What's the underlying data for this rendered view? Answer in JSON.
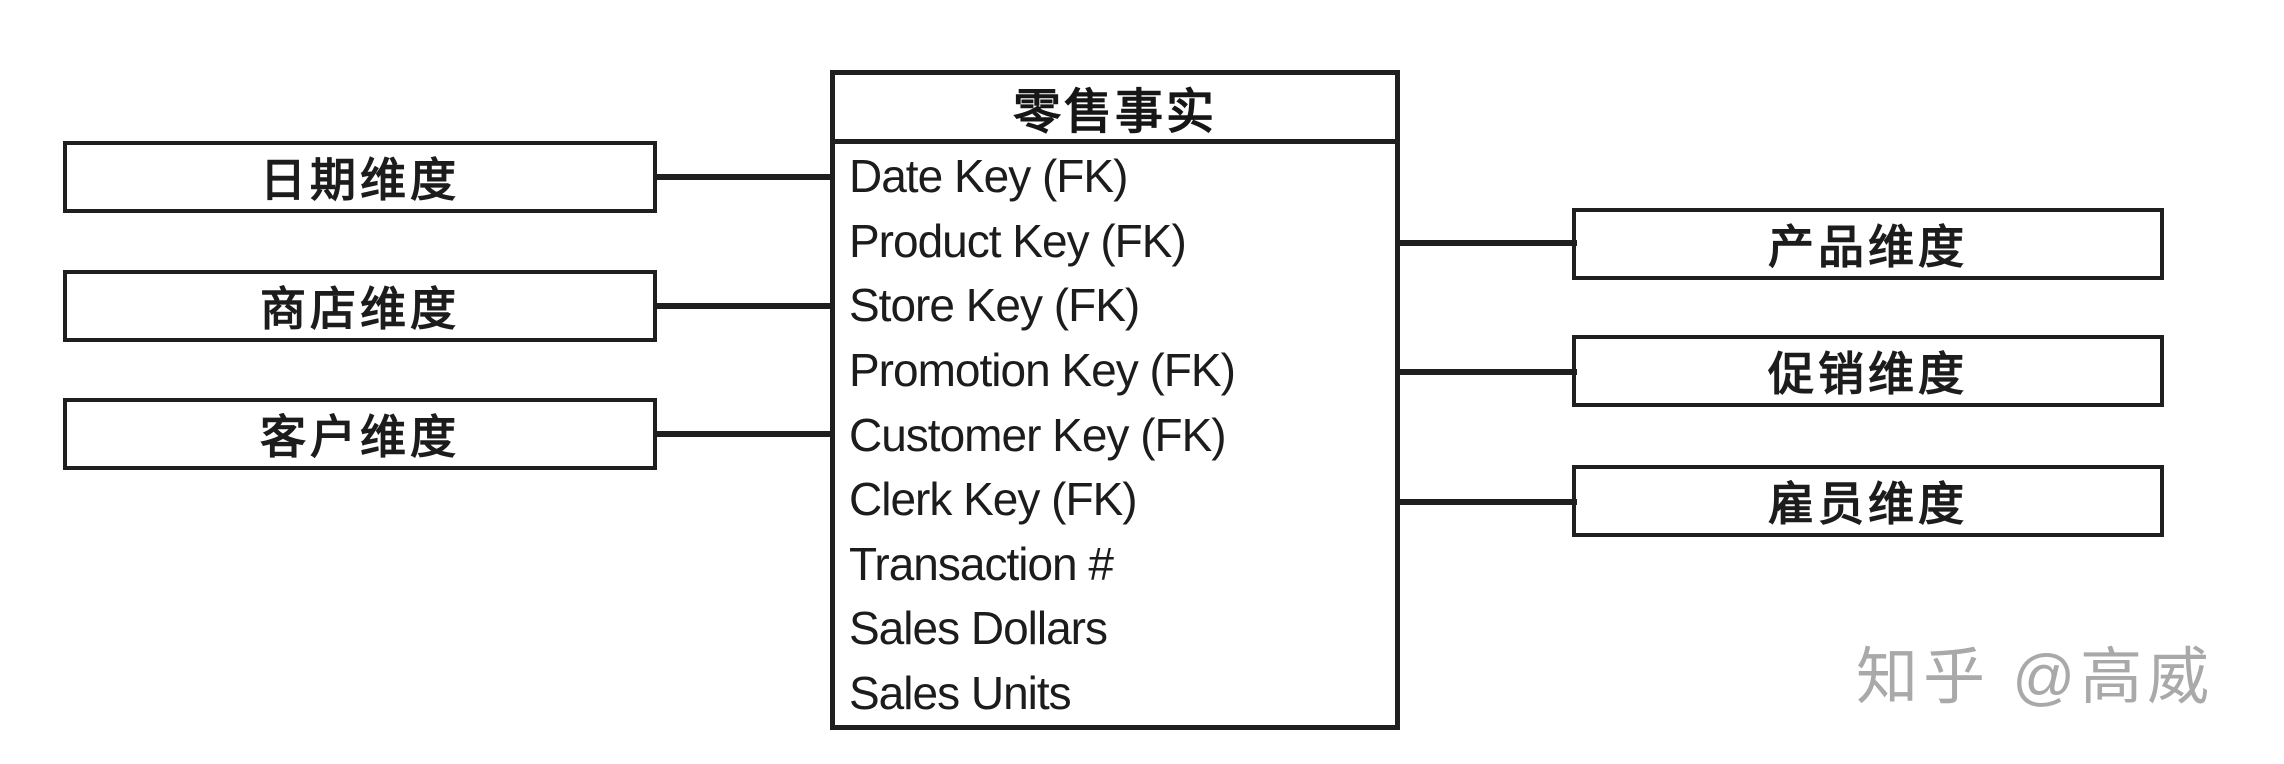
{
  "diagram": {
    "fact_table": {
      "title": "零售事实",
      "fields": [
        "Date Key (FK)",
        "Product Key (FK)",
        "Store Key (FK)",
        "Promotion Key (FK)",
        "Customer Key (FK)",
        "Clerk Key (FK)",
        "Transaction #",
        "Sales Dollars",
        "Sales Units"
      ]
    },
    "left_dimensions": [
      {
        "label": "日期维度",
        "connects_to": "Date Key (FK)"
      },
      {
        "label": "商店维度",
        "connects_to": "Store Key (FK)"
      },
      {
        "label": "客户维度",
        "connects_to": "Customer Key (FK)"
      }
    ],
    "right_dimensions": [
      {
        "label": "产品维度",
        "connects_to": "Product Key (FK)"
      },
      {
        "label": "促销维度",
        "connects_to": "Promotion Key (FK)"
      },
      {
        "label": "雇员维度",
        "connects_to": "Clerk Key (FK)"
      }
    ]
  },
  "watermark": {
    "text": "知乎 @高威",
    "color": "#a9a9a9"
  },
  "colors": {
    "background": "#ffffff",
    "line": "#1f1f1f",
    "text": "#1a1a1a"
  }
}
